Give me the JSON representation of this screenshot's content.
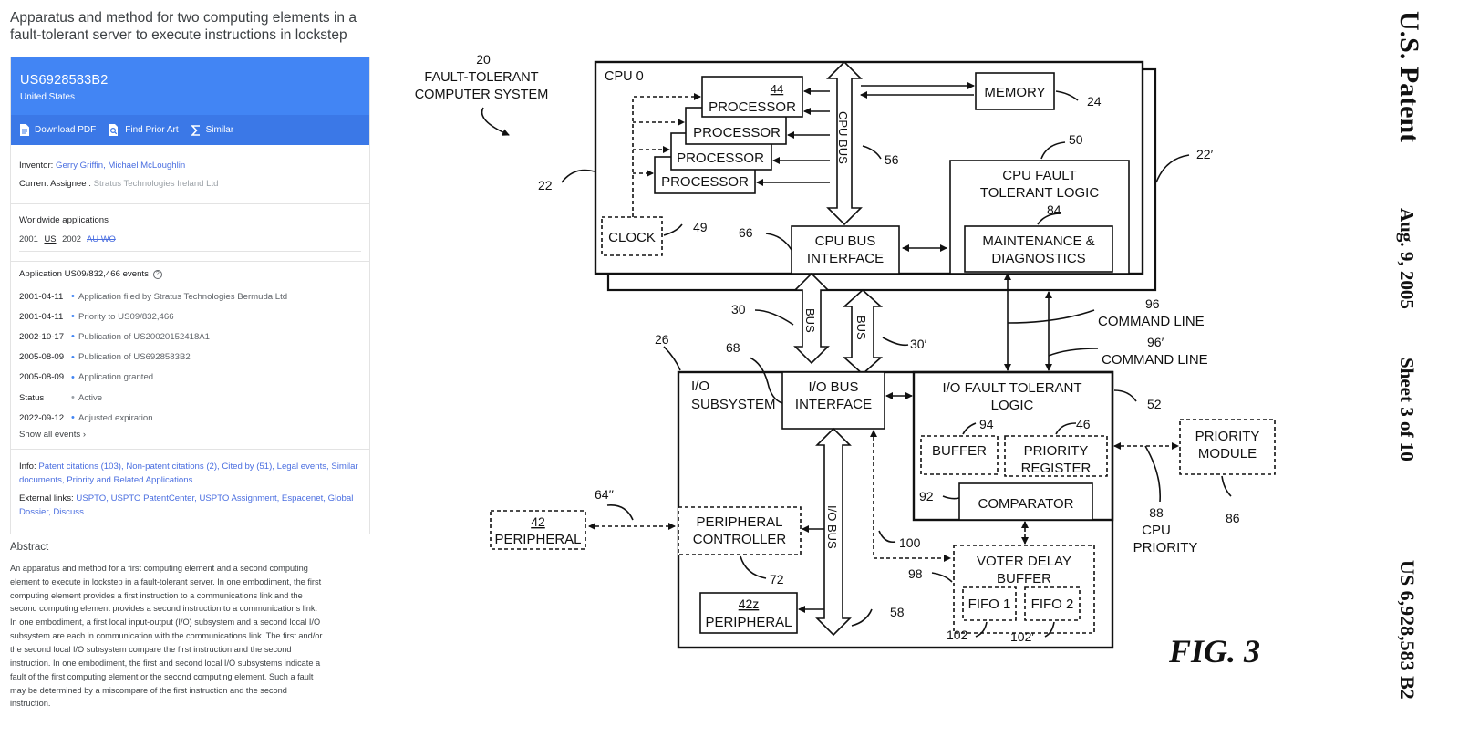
{
  "page": {
    "title": "Apparatus and method for two computing elements in a fault-tolerant server to execute instructions in lockstep"
  },
  "patent": {
    "number": "US6928583B2",
    "country": "United States"
  },
  "actions": {
    "download": "Download PDF",
    "prior_art": "Find Prior Art",
    "similar": "Similar"
  },
  "meta": {
    "inventor_label": "Inventor:",
    "inventors": "Gerry Griffin, Michael McLoughlin",
    "assignee_label": "Current Assignee :",
    "assignee": "Stratus Technologies Ireland Ltd"
  },
  "worldwide": {
    "heading": "Worldwide applications",
    "y1": "2001",
    "c1": "US",
    "y2": "2002",
    "c2": "AU WO"
  },
  "events": {
    "heading": "Application US09/832,466 events",
    "items": [
      {
        "date": "2001-04-11",
        "text": "Application filed by Stratus Technologies Bermuda Ltd"
      },
      {
        "date": "2001-04-11",
        "text": "Priority to US09/832,466"
      },
      {
        "date": "2002-10-17",
        "text": "Publication of US20020152418A1"
      },
      {
        "date": "2005-08-09",
        "text": "Publication of US6928583B2"
      },
      {
        "date": "2005-08-09",
        "text": "Application granted"
      },
      {
        "date": "Status",
        "text": "Active"
      },
      {
        "date": "2022-09-12",
        "text": "Adjusted expiration"
      }
    ],
    "show_all": "Show all events"
  },
  "info": {
    "label": "Info:",
    "links": "Patent citations (103), Non-patent citations (2), Cited by (51), Legal events, Similar documents, Priority and Related Applications",
    "ext_label": "External links:",
    "ext_links": "USPTO, USPTO PatentCenter, USPTO Assignment, Espacenet, Global Dossier, Discuss"
  },
  "abstract": {
    "heading": "Abstract",
    "text": "An apparatus and method for a first computing element and a second computing element to execute in lockstep in a fault-tolerant server. In one embodiment, the first computing element provides a first instruction to a communications link and the second computing element provides a second instruction to a communications link. In one embodiment, a first local input-output (I/O) subsystem and a second local I/O subsystem are each in communication with the communications link. The first and/or the second local I/O subsystem compare the first instruction and the second instruction. In one embodiment, the first and second local I/O subsystems indicate a fault of the first computing element or the second computing element. Such a fault may be determined by a miscompare of the first instruction and the second instruction."
  },
  "drawing": {
    "sys_num": "20",
    "sys_l1": "FAULT-TOLERANT",
    "sys_l2": "COMPUTER SYSTEM",
    "cpu0": "CPU 0",
    "proc_num": "44",
    "processor": "PROCESSOR",
    "cpu_bus": "CPU BUS",
    "memory": "MEMORY",
    "clock": "CLOCK",
    "cbi_l1": "CPU BUS",
    "cbi_l2": "INTERFACE",
    "cftl_l1": "CPU FAULT",
    "cftl_l2": "TOLERANT LOGIC",
    "md_l1": "MAINTENANCE &",
    "md_l2": "DIAGNOSTICS",
    "bus": "BUS",
    "cmd_line": "COMMAND LINE",
    "io_l1": "I/O",
    "io_l2": "SUBSYSTEM",
    "iobi_l1": "I/O BUS",
    "iobi_l2": "INTERFACE",
    "ioftl_l1": "I/O FAULT TOLERANT",
    "ioftl_l2": "LOGIC",
    "buffer": "BUFFER",
    "pr_l1": "PRIORITY",
    "pr_l2": "REGISTER",
    "comparator": "COMPARATOR",
    "pm_l1": "PRIORITY",
    "pm_l2": "MODULE",
    "cpu_pri_l1": "CPU",
    "cpu_pri_l2": "PRIORITY",
    "periph_num": "42",
    "peripheral": "PERIPHERAL",
    "pc_l1": "PERIPHERAL",
    "pc_l2": "CONTROLLER",
    "io_bus": "I/O BUS",
    "vdb_l1": "VOTER DELAY",
    "vdb_l2": "BUFFER",
    "fifo1": "FIFO 1",
    "fifo2": "FIFO 2",
    "periph2_num": "42z",
    "fig": "FIG. 3",
    "n22": "22",
    "n22p": "22′",
    "n24": "24",
    "n49": "49",
    "n50": "50",
    "n56": "56",
    "n66": "66",
    "n84": "84",
    "n30": "30",
    "n30p": "30′",
    "n96": "96",
    "n96p": "96′",
    "n26": "26",
    "n68": "68",
    "n52": "52",
    "n94": "94",
    "n46": "46",
    "n92": "92",
    "n86": "86",
    "n88": "88",
    "n64": "64′′",
    "n72": "72",
    "n100": "100",
    "n98": "98",
    "n58": "58",
    "n102": "102",
    "n102p": "102′"
  },
  "spine": {
    "brand": "U.S. Patent",
    "date": "Aug. 9, 2005",
    "sheet": "Sheet 3 of 10",
    "number": "US 6,928,583 B2"
  }
}
